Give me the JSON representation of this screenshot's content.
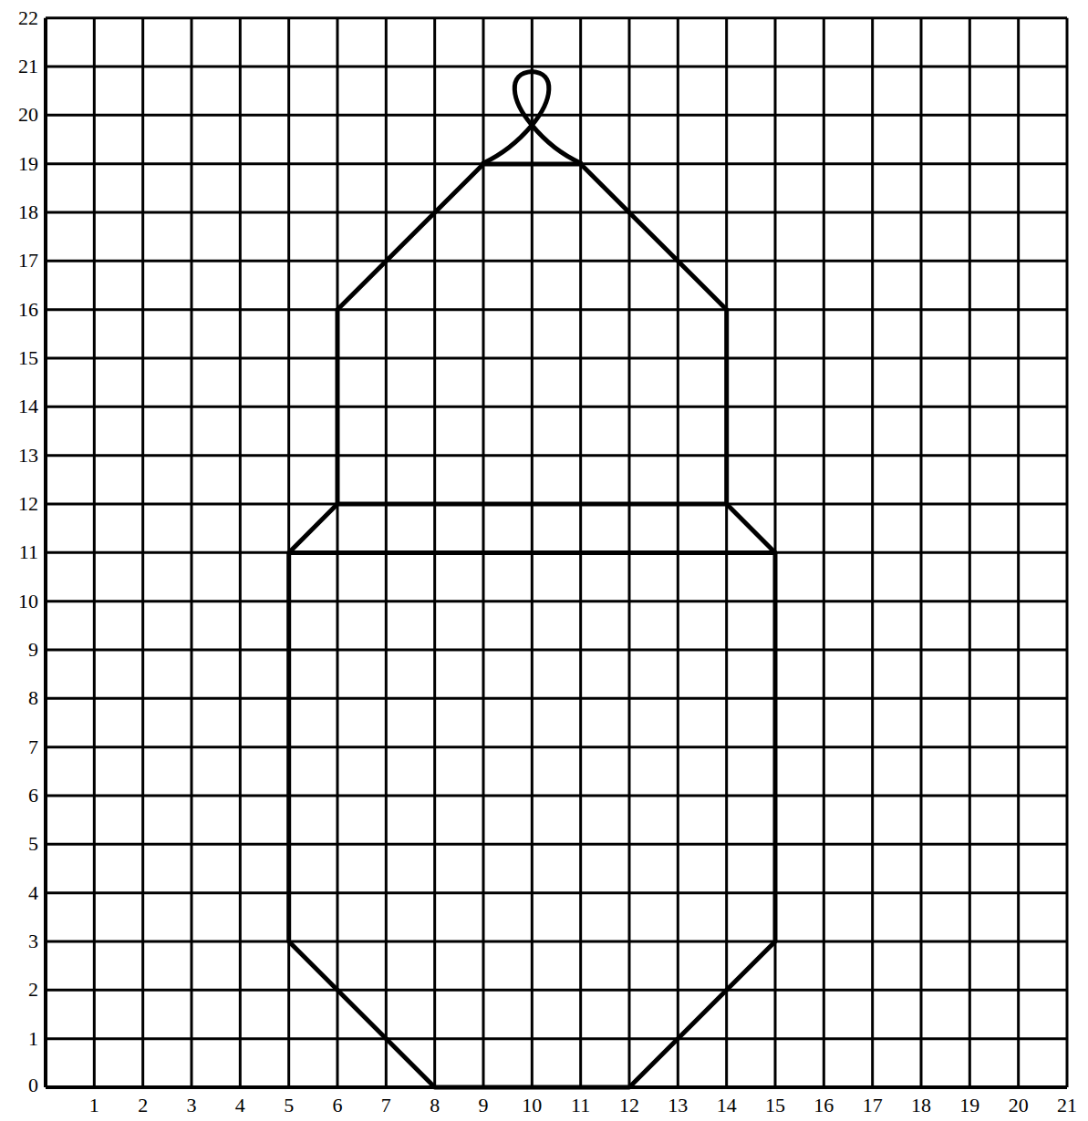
{
  "diagram": {
    "labels": [
      "22",
      "21",
      "20",
      "19",
      "18",
      "17",
      "16",
      "15",
      "14",
      "13",
      "12",
      "11",
      "10",
      "9",
      "8",
      "7",
      "6",
      "5",
      "4",
      "3",
      "2",
      "1",
      "0",
      "1",
      "2",
      "3",
      "4",
      "5",
      "6",
      "7",
      "8",
      "9",
      "10",
      "11",
      "12",
      "13",
      "14",
      "15",
      "16",
      "17",
      "18",
      "19",
      "20",
      "21"
    ]
  }
}
